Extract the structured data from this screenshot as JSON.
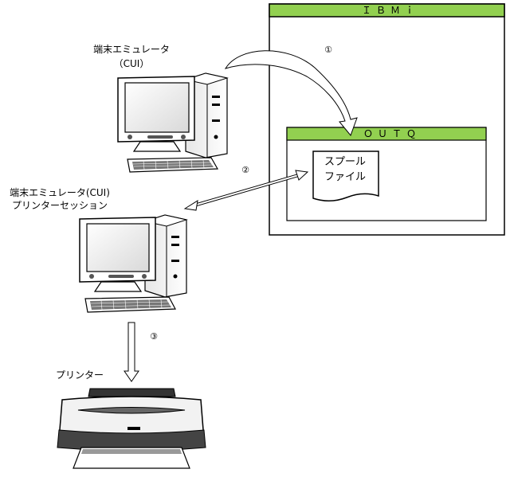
{
  "ibmi": {
    "title": "ＩＢＭｉ"
  },
  "outq": {
    "title": "ＯＵＴＱ"
  },
  "spool_file": {
    "line1": "スプール",
    "line2": "ファイル"
  },
  "terminal_top": {
    "line1": "端末エミュレータ",
    "line2": "（CUI）"
  },
  "terminal_printer": {
    "line1": "端末エミュレータ(CUI)",
    "line2": "プリンターセッション"
  },
  "printer": {
    "label": "プリンター"
  },
  "steps": {
    "s1": "①",
    "s2": "②",
    "s3": "③"
  },
  "colors": {
    "header_green": "#92d050",
    "outline": "#000000",
    "monitor_screen": "#f0f0f0"
  }
}
